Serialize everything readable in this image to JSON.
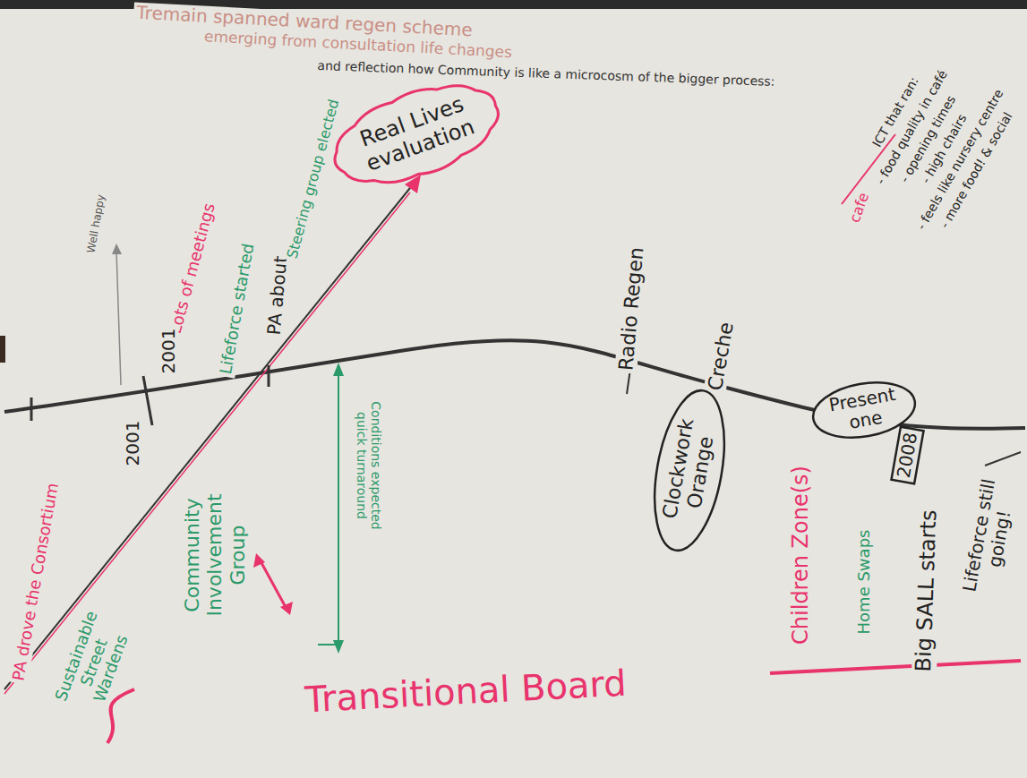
{
  "diagram": {
    "nodes": [
      {
        "text": [
          "Real Lives evaluation"
        ]
      },
      {
        "text": [
          "Clockwork Orange"
        ]
      },
      {
        "text": [
          "Present one"
        ]
      },
      {
        "text": [
          "2008"
        ]
      }
    ],
    "labels": [
      "Tremain spanned ward regen scheme",
      "emerging from consultation life changes",
      "and reflection how Community is like a microcosm of the bigger process:",
      "Well happy",
      "Lots of meetings",
      "Lifeforce started",
      "PA about",
      "Steering group elected",
      "2001",
      "2001",
      "PA drove the Consortium",
      "Community Involvement Group",
      "Sustainable Street Wardens",
      "Conditions expected quick turnaround",
      "Transitional Board",
      "Radio Regen",
      "Creche",
      "Children Zone(s)",
      "Home Swaps",
      "Big SALL starts",
      "Lifeforce still going!",
      "cafe",
      "ICT that ran:",
      "- food quality in café",
      "- opening times",
      "- high chairs",
      "- feels like nursery centre",
      "- more food! & social"
    ]
  }
}
